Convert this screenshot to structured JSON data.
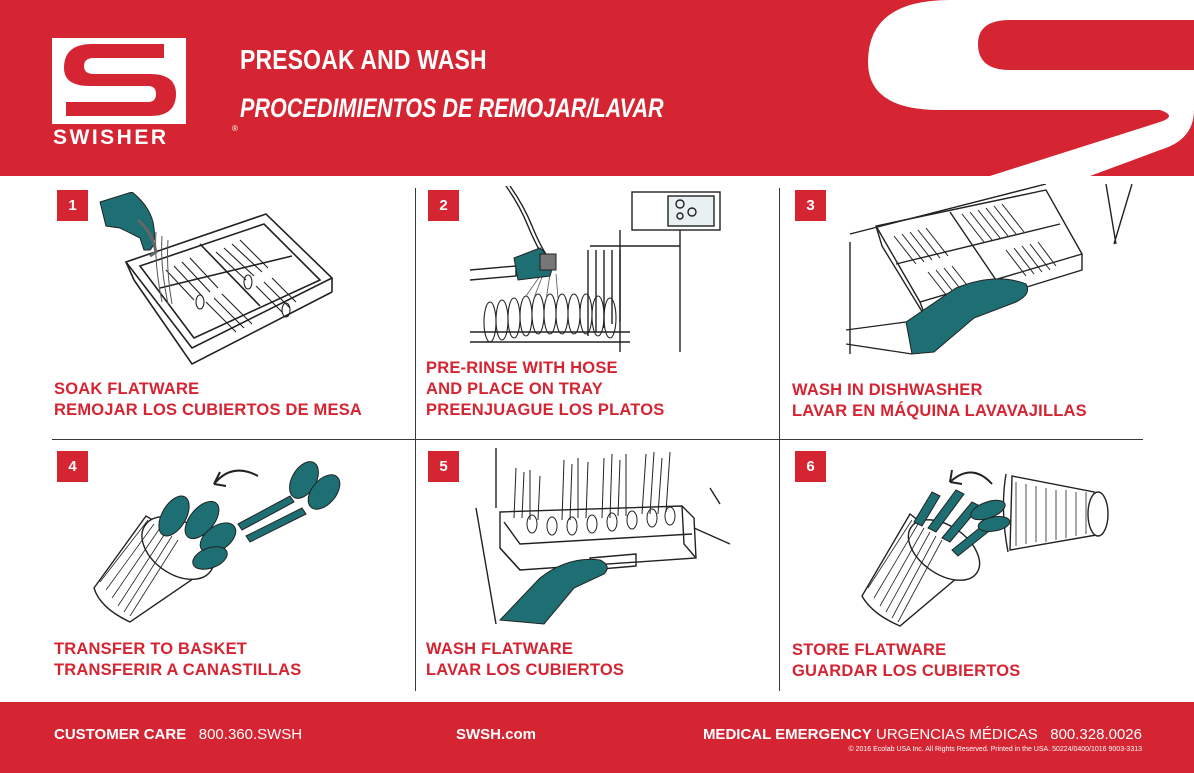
{
  "brand": {
    "name": "SWISHER",
    "reg": "®",
    "red": "#d52432",
    "glove": "#1e6f73"
  },
  "title": {
    "en": "PRESOAK AND WASH",
    "es": "PROCEDIMIENTOS DE REMOJAR/LAVAR"
  },
  "steps": [
    {
      "num": "1",
      "line1": "SOAK FLATWARE",
      "line2": "REMOJAR LOS CUBIERTOS DE MESA",
      "line3": "",
      "icon": "flatware-tray-soak-illustration"
    },
    {
      "num": "2",
      "line1": "PRE-RINSE WITH HOSE",
      "line2": "AND PLACE ON TRAY",
      "line3": "PREENJUAGUE LOS PLATOS",
      "icon": "pre-rinse-hose-illustration"
    },
    {
      "num": "3",
      "line1": "WASH IN DISHWASHER",
      "line2": "LAVAR EN MÁQUINA LAVAVAJILLAS",
      "line3": "",
      "icon": "dishwasher-rack-illustration"
    },
    {
      "num": "4",
      "line1": "TRANSFER TO BASKET",
      "line2": "TRANSFERIR A CANASTILLAS",
      "line3": "",
      "icon": "basket-transfer-illustration"
    },
    {
      "num": "5",
      "line1": "WASH FLATWARE",
      "line2": "LAVAR LOS CUBIERTOS",
      "line3": "",
      "icon": "wash-flatware-illustration"
    },
    {
      "num": "6",
      "line1": "STORE FLATWARE",
      "line2": "GUARDAR LOS CUBIERTOS",
      "line3": "",
      "icon": "store-flatware-illustration"
    }
  ],
  "footer": {
    "customer_care_label": "CUSTOMER CARE",
    "customer_care_phone": "800.360.SWSH",
    "website": "SWSH.com",
    "emergency_label": "MEDICAL EMERGENCY",
    "emergency_label_es": "URGENCIAS MÉDICAS",
    "emergency_phone": "800.328.0026",
    "copyright": "© 2016 Ecolab USA Inc. All Rights Reserved. Printed in the USA. 50224/0400/1016 9003-3313"
  }
}
